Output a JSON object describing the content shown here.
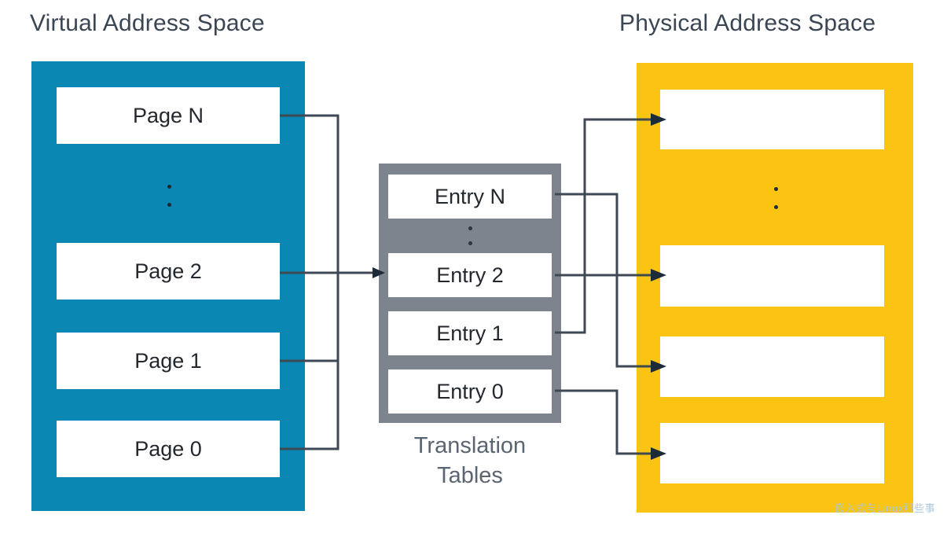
{
  "diagram": {
    "title_left": "Virtual Address Space",
    "title_right": "Physical Address Space",
    "caption_translation_line1": "Translation",
    "caption_translation_line2": "Tables",
    "watermark": "嵌入式与Linux那些事",
    "colors": {
      "virtual_space": "#0b87b4",
      "physical_space": "#fcc412",
      "translation_tables": "#7e848d",
      "slot_fill": "#ffffff",
      "title_text": "#3b4654",
      "caption_text": "#5b6572",
      "connector": "#3e4955",
      "arrowhead": "#1d2a3a",
      "watermark_text": "#a8c6dd"
    },
    "virtual_pages": [
      {
        "label": "Page N"
      },
      {
        "label": "Page 2"
      },
      {
        "label": "Page 1"
      },
      {
        "label": "Page 0"
      }
    ],
    "virtual_ellipsis": "⋮",
    "translation_entries": [
      {
        "label": "Entry N"
      },
      {
        "label": "Entry 2"
      },
      {
        "label": "Entry 1"
      },
      {
        "label": "Entry 0"
      }
    ],
    "translation_ellipsis": "⋮",
    "physical_frames": [
      {
        "label": ""
      },
      {
        "label": ""
      },
      {
        "label": ""
      },
      {
        "label": ""
      }
    ],
    "physical_ellipsis": "⋮",
    "mappings": [
      {
        "from": "Entry N",
        "to": "physical frame 3"
      },
      {
        "from": "Entry 2",
        "to": "physical frame 2"
      },
      {
        "from": "Entry 1",
        "to": "physical frame 1"
      },
      {
        "from": "Entry 0",
        "to": "physical frame 4"
      },
      {
        "from": "Page N / Page 2 / Page 1 / Page 0",
        "to": "Entry 2"
      }
    ]
  }
}
